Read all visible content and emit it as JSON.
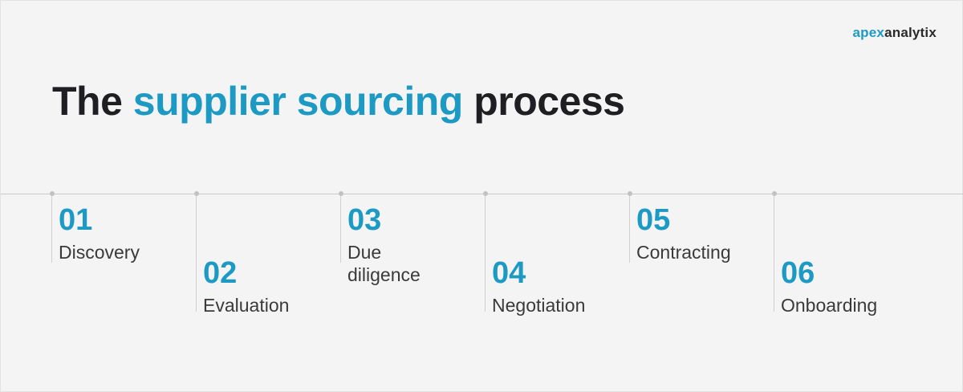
{
  "brand": {
    "logo_part1": "apex",
    "logo_part2": "analytix",
    "accent_color": "#1d9ac4"
  },
  "title": {
    "prefix": "The ",
    "highlight": "supplier sourcing",
    "suffix": " process"
  },
  "steps": [
    {
      "number": "01",
      "label": "Discovery"
    },
    {
      "number": "02",
      "label": "Evaluation"
    },
    {
      "number": "03",
      "label_line1": "Due",
      "label_line2": "diligence"
    },
    {
      "number": "04",
      "label": "Negotiation"
    },
    {
      "number": "05",
      "label": "Contracting"
    },
    {
      "number": "06",
      "label": "Onboarding"
    }
  ]
}
